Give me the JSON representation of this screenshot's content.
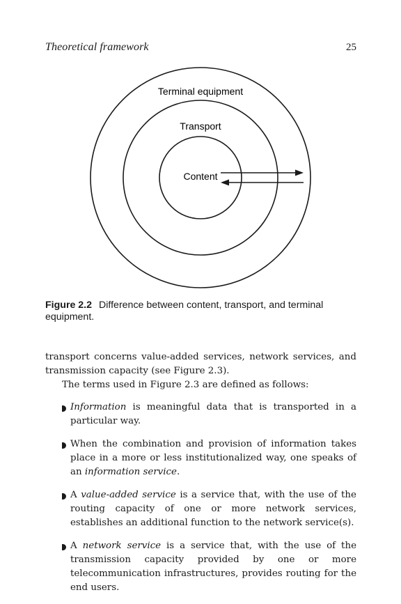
{
  "header": {
    "title": "Theoretical framework",
    "page_number": "25"
  },
  "figure": {
    "ring_labels": {
      "outer": "Terminal equipment",
      "middle": "Transport",
      "inner": "Content"
    },
    "caption_label": "Figure 2.2",
    "caption_text": "Difference between content, transport, and terminal equipment."
  },
  "body": {
    "para1": "transport concerns value-added services, network services, and transmission capacity (see Figure 2.3).",
    "para2": "The terms used in Figure 2.3 are defined as follows:",
    "items": [
      {
        "prefix": "",
        "term": "Information",
        "text": " is meaningful data that is transported in a particular way.",
        "suffix": ""
      },
      {
        "prefix": "When the combination and provision of information takes place in a more or less institutionalized way, one speaks of an ",
        "term": "information service",
        "text": ".",
        "suffix": ""
      },
      {
        "prefix": "A ",
        "term": "value-added service",
        "text": " is a service that, with the use of the routing capacity of one or more network services, establishes an additional function to the network service(s).",
        "suffix": ""
      },
      {
        "prefix": "A ",
        "term": "network service",
        "text": " is a service that, with the use of the transmission capacity provided by one or more telecommunication infrastructures, provides routing for the end users.",
        "suffix": ""
      }
    ]
  }
}
